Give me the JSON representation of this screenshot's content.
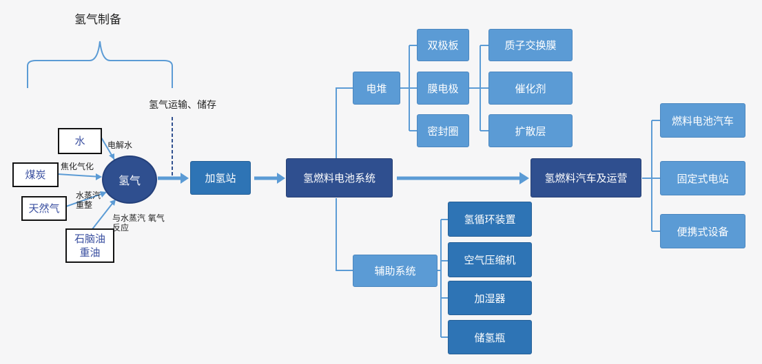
{
  "header": {
    "production": "氢气制备",
    "transport": "氢气运输、储存"
  },
  "sources": [
    "水",
    "煤炭",
    "天然气",
    "石脑油\n重油"
  ],
  "processes": [
    "电解水",
    "焦化气化",
    "水蒸汽\n重整",
    "与水蒸汽 氧气\n反应"
  ],
  "hub": "氢气",
  "station": "加氢站",
  "system": "氢燃料电池系统",
  "stack": {
    "label": "电堆",
    "parts": [
      "双极板",
      "膜电极",
      "密封圈"
    ],
    "mea_parts": [
      "质子交换膜",
      "催化剂",
      "扩散层"
    ]
  },
  "aux": {
    "label": "辅助系统",
    "parts": [
      "氢循环装置",
      "空气压缩机",
      "加湿器",
      "储氢瓶"
    ]
  },
  "vehicle": "氢燃料汽车及运营",
  "applications": [
    "燃料电池汽车",
    "固定式电站",
    "便携式设备"
  ],
  "colors": {
    "line": "#5b9bd5",
    "light_box": "#5b9bd5",
    "mid_box": "#2e74b5",
    "dark_box": "#2f4f8f"
  }
}
